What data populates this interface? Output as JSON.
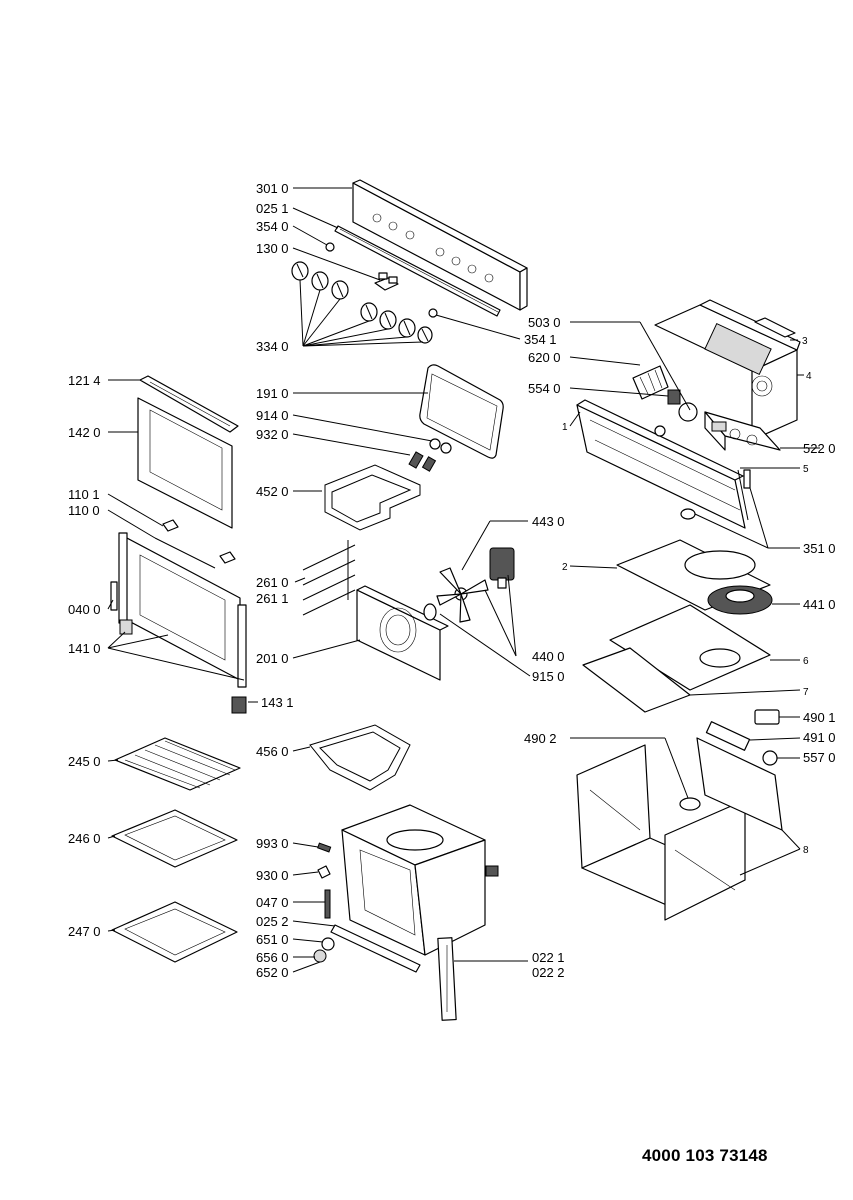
{
  "document_number": "4000 103 73148",
  "labels": {
    "p3010": "301 0",
    "p0251": "025 1",
    "p3540": "354 0",
    "p1300": "130 0",
    "p3340": "334 0",
    "p3541": "354 1",
    "p5030": "503 0",
    "p6200": "620 0",
    "p5540": "554 0",
    "p3": "3",
    "p4": "4",
    "p1": "1",
    "p5220": "522 0",
    "p5": "5",
    "p3510": "351 0",
    "p1214": "121 4",
    "p1420": "142 0",
    "p1910": "191 0",
    "p9140": "914 0",
    "p9320": "932 0",
    "p4520": "452 0",
    "p1101": "110 1",
    "p1100": "110 0",
    "p4430": "443 0",
    "p2610": "261 0",
    "p2611": "261 1",
    "p0400": "040 0",
    "p1410": "141 0",
    "p2010": "201 0",
    "p4400": "440 0",
    "p9150": "915 0",
    "p2": "2",
    "p4410": "441 0",
    "p6": "6",
    "p7": "7",
    "p1431": "143 1",
    "p4901": "490 1",
    "p4910": "491 0",
    "p5570": "557 0",
    "p4902": "490 2",
    "p4560": "456 0",
    "p2450": "245 0",
    "p2460": "246 0",
    "p8": "8",
    "p9930": "993 0",
    "p9300": "930 0",
    "p0470": "047 0",
    "p0252": "025 2",
    "p2470": "247 0",
    "p6510": "651 0",
    "p6560": "656 0",
    "p6520": "652 0",
    "p0221": "022 1",
    "p0222": "022 2"
  }
}
